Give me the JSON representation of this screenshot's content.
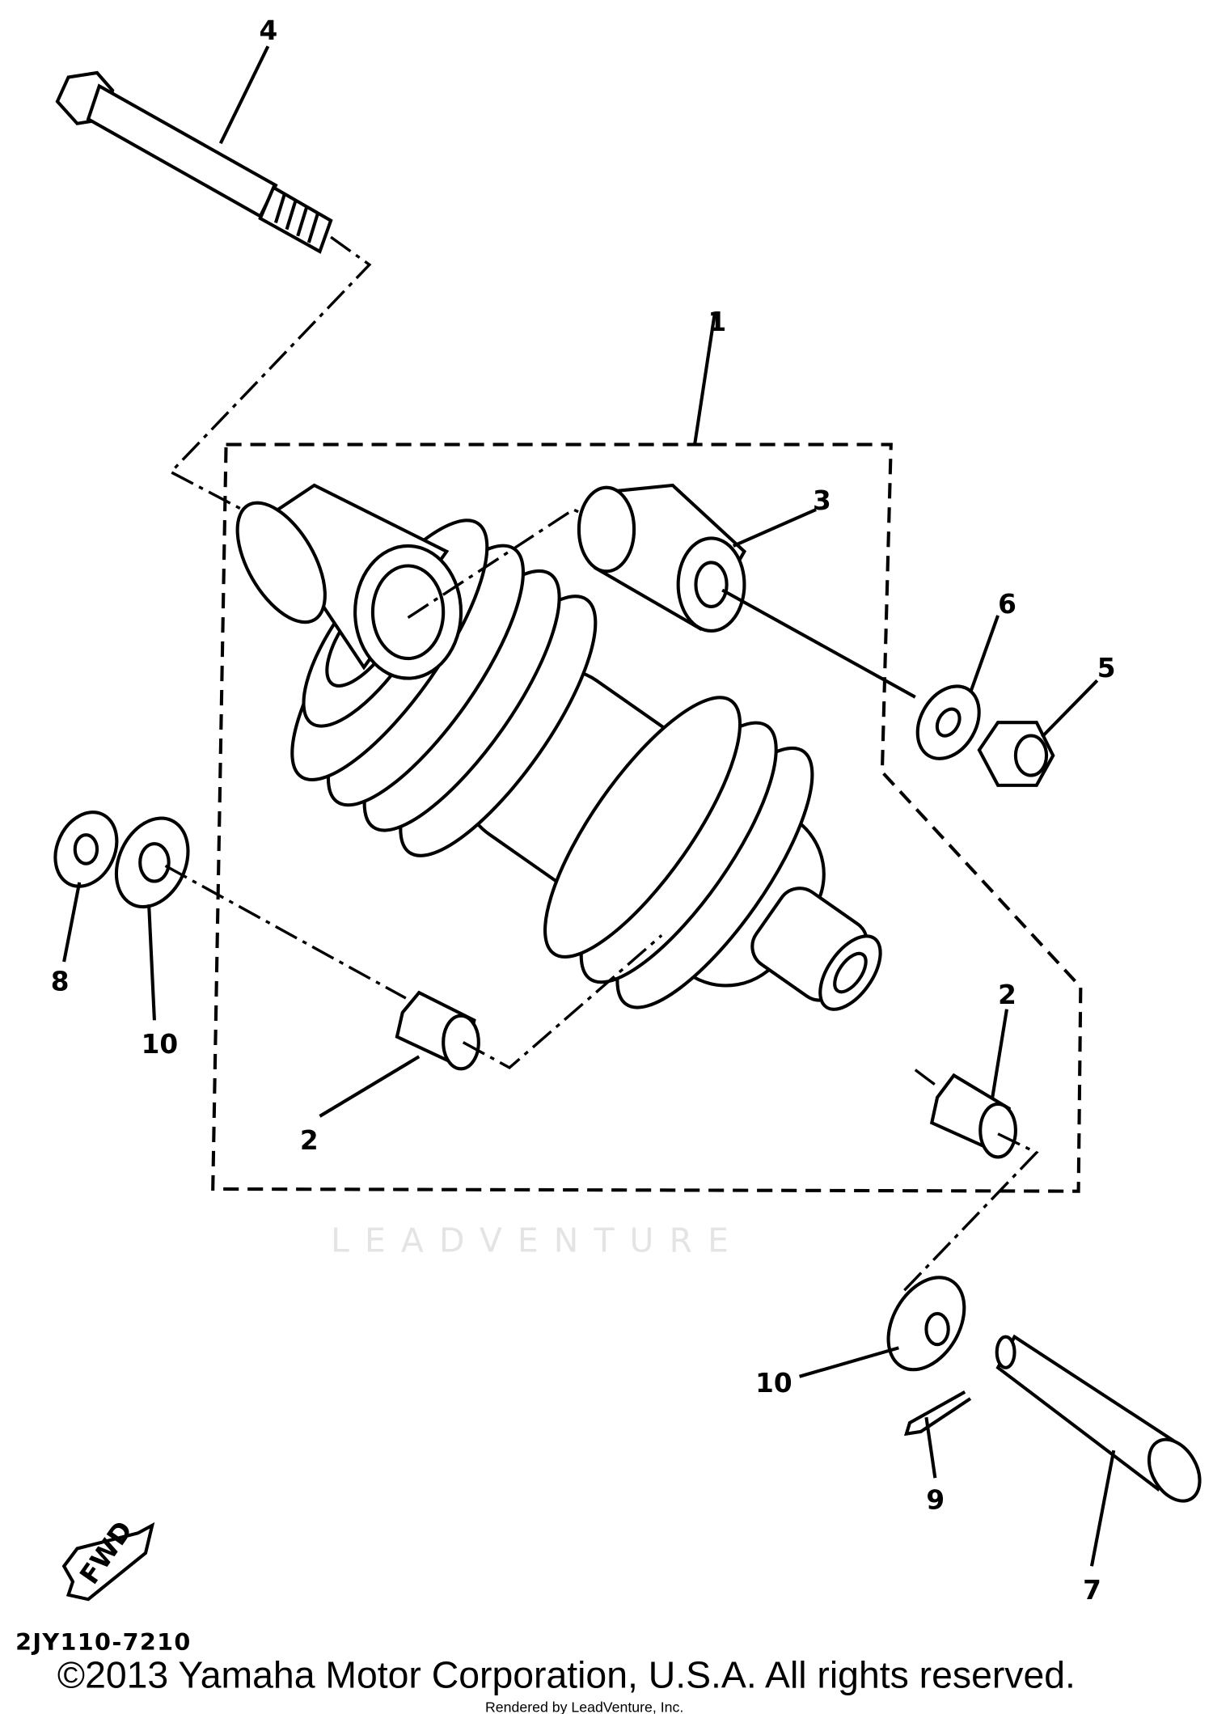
{
  "diagram": {
    "callouts": {
      "part_1": "1",
      "part_2a": "2",
      "part_2b": "2",
      "part_3": "3",
      "part_4": "4",
      "part_5": "5",
      "part_6": "6",
      "part_7": "7",
      "part_8": "8",
      "part_9": "9",
      "part_10a": "10",
      "part_10b": "10"
    },
    "fwd_label": "FWD",
    "diagram_code": "2JY110-7210",
    "watermark": "LEADVENTURE"
  },
  "footer": {
    "copyright": "©2013 Yamaha Motor Corporation, U.S.A. All rights reserved.",
    "rendered_by": "Rendered by LeadVenture, Inc."
  }
}
